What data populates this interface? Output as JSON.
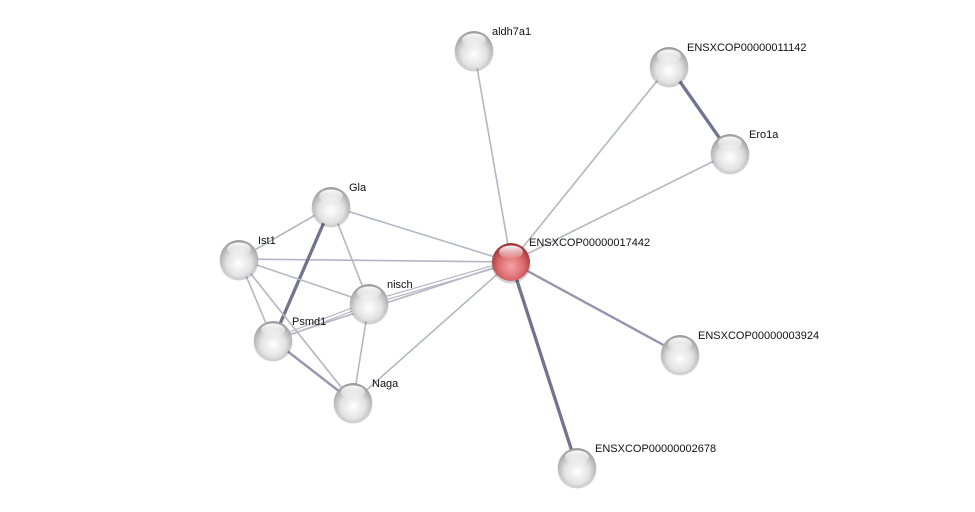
{
  "network": {
    "query_node": "ENSXCOP00000017442",
    "colors": {
      "query": "#d9575b",
      "other": "#d8d8d8",
      "edge": "#8a8ea8"
    },
    "nodes": [
      {
        "id": "ENSXCOP00000017442",
        "label": "ENSXCOP00000017442"
      },
      {
        "id": "aldh7a1",
        "label": "aldh7a1"
      },
      {
        "id": "ENSXCOP00000011142",
        "label": "ENSXCOP00000011142"
      },
      {
        "id": "Ero1a",
        "label": "Ero1a"
      },
      {
        "id": "Gla",
        "label": "Gla"
      },
      {
        "id": "Ist1",
        "label": "Ist1"
      },
      {
        "id": "nisch",
        "label": "nisch"
      },
      {
        "id": "Psmd1",
        "label": "Psmd1"
      },
      {
        "id": "Naga",
        "label": "Naga"
      },
      {
        "id": "ENSXCOP00000003924",
        "label": "ENSXCOP00000003924"
      },
      {
        "id": "ENSXCOP00000002678",
        "label": "ENSXCOP00000002678"
      }
    ],
    "edges": [
      {
        "source": "ENSXCOP00000017442",
        "target": "aldh7a1",
        "strength": "low"
      },
      {
        "source": "ENSXCOP00000017442",
        "target": "ENSXCOP00000011142",
        "strength": "low"
      },
      {
        "source": "ENSXCOP00000017442",
        "target": "Ero1a",
        "strength": "low"
      },
      {
        "source": "ENSXCOP00000011142",
        "target": "Ero1a",
        "strength": "high"
      },
      {
        "source": "ENSXCOP00000017442",
        "target": "Gla",
        "strength": "low"
      },
      {
        "source": "ENSXCOP00000017442",
        "target": "Ist1",
        "strength": "low"
      },
      {
        "source": "ENSXCOP00000017442",
        "target": "nisch",
        "strength": "low",
        "double": true
      },
      {
        "source": "ENSXCOP00000017442",
        "target": "Psmd1",
        "strength": "low"
      },
      {
        "source": "ENSXCOP00000017442",
        "target": "Naga",
        "strength": "low"
      },
      {
        "source": "ENSXCOP00000017442",
        "target": "ENSXCOP00000003924",
        "strength": "medium"
      },
      {
        "source": "ENSXCOP00000017442",
        "target": "ENSXCOP00000002678",
        "strength": "high"
      },
      {
        "source": "Gla",
        "target": "Ist1",
        "strength": "low"
      },
      {
        "source": "Gla",
        "target": "Psmd1",
        "strength": "high"
      },
      {
        "source": "Gla",
        "target": "nisch",
        "strength": "low"
      },
      {
        "source": "Ist1",
        "target": "nisch",
        "strength": "low"
      },
      {
        "source": "Ist1",
        "target": "Psmd1",
        "strength": "low"
      },
      {
        "source": "Ist1",
        "target": "Naga",
        "strength": "low"
      },
      {
        "source": "Psmd1",
        "target": "Naga",
        "strength": "medium"
      },
      {
        "source": "Psmd1",
        "target": "nisch",
        "strength": "low",
        "double": true
      },
      {
        "source": "nisch",
        "target": "Naga",
        "strength": "low"
      }
    ]
  }
}
